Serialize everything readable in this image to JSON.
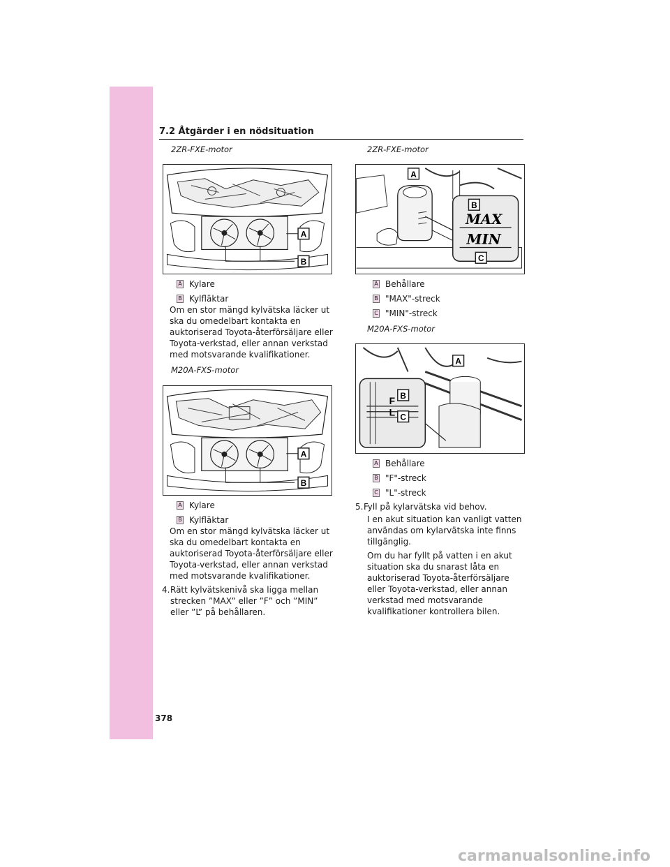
{
  "header": {
    "section_title": "7.2  Åtgärder i en nödsituation"
  },
  "left": {
    "figure1": {
      "caption": "2ZR-FXE-motor",
      "label_a": "A",
      "label_b": "B",
      "legend": [
        {
          "badge": "A",
          "text": "Kylare"
        },
        {
          "badge": "B",
          "text": "Kylfläktar"
        }
      ],
      "note": "Om en stor mängd kylvätska läcker ut ska du omedelbart kontakta en auktoriserad Toyota-återförsäljare eller Toyota-verkstad, eller annan verkstad med motsvarande kvalifikationer."
    },
    "figure2": {
      "caption": "M20A-FXS-motor",
      "label_a": "A",
      "label_b": "B",
      "legend": [
        {
          "badge": "A",
          "text": "Kylare"
        },
        {
          "badge": "B",
          "text": "Kylfläktar"
        }
      ],
      "note": "Om en stor mängd kylvätska läcker ut ska du omedelbart kontakta en auktoriserad Toyota-återförsäljare eller Toyota-verkstad, eller annan verkstad med motsvarande kvalifikationer."
    },
    "step4": {
      "number": "4.",
      "text": "Rätt kylvätskenivå ska ligga mellan strecken ”MAX” eller ”F” och ”MIN” eller ”L” på behållaren."
    }
  },
  "right": {
    "figure3": {
      "caption": "2ZR-FXE-motor",
      "label_a": "A",
      "label_b": "B",
      "label_c": "C",
      "tank_max": "MAX",
      "tank_min": "MIN",
      "legend": [
        {
          "badge": "A",
          "text": "Behållare"
        },
        {
          "badge": "B",
          "text": "\"MAX\"-streck"
        },
        {
          "badge": "C",
          "text": "\"MIN\"-streck"
        }
      ]
    },
    "figure4": {
      "caption": "M20A-FXS-motor",
      "label_a": "A",
      "label_b": "B",
      "label_c": "C",
      "tank_f": "F",
      "tank_l": "L",
      "legend": [
        {
          "badge": "A",
          "text": "Behållare"
        },
        {
          "badge": "B",
          "text": "\"F\"-streck"
        },
        {
          "badge": "C",
          "text": "\"L\"-streck"
        }
      ]
    },
    "step5": {
      "number": "5.",
      "text": "Fyll på kylarvätska vid behov.",
      "para1": "I en akut situation kan vanligt vatten användas om kylarvätska inte finns tillgänglig.",
      "para2": "Om du har fyllt på vatten i en akut situation ska du snarast låta en auktoriserad Toyota-återförsäljare eller Toyota-verkstad, eller annan verkstad med motsvarande kvalifikationer kontrollera bilen."
    }
  },
  "footer": {
    "page_number": "378",
    "watermark": "carmanualsonline.info"
  },
  "colors": {
    "side_band": "#f2bfe0",
    "badge_bg": "#f0d7e8"
  }
}
